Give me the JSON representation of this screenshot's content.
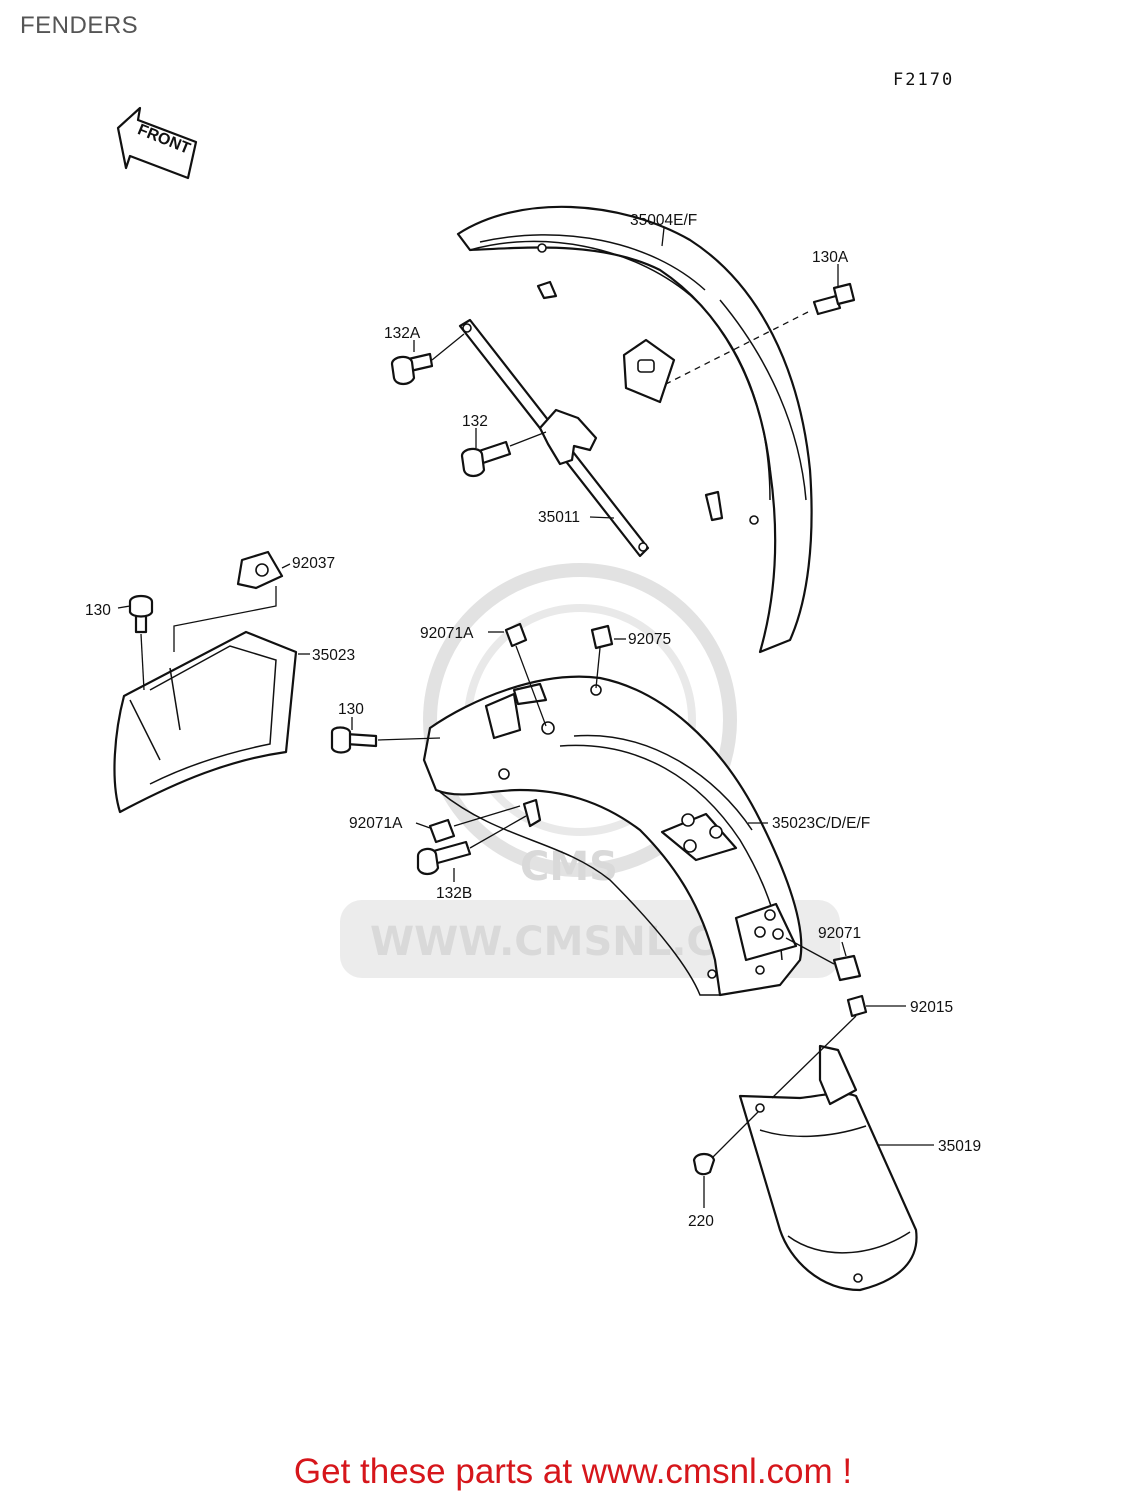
{
  "page": {
    "title": "FENDERS",
    "figure_code": "F2170"
  },
  "front_arrow": {
    "text": "FRONT"
  },
  "watermark": {
    "text": "WWW.CMSNL.COM",
    "logo_text": "CMS"
  },
  "callouts": [
    {
      "id": "35004ef",
      "label": "35004E/F"
    },
    {
      "id": "130a",
      "label": "130A"
    },
    {
      "id": "132a",
      "label": "132A"
    },
    {
      "id": "132",
      "label": "132"
    },
    {
      "id": "35011",
      "label": "35011"
    },
    {
      "id": "92037",
      "label": "92037"
    },
    {
      "id": "130-upper",
      "label": "130"
    },
    {
      "id": "35023",
      "label": "35023"
    },
    {
      "id": "92071a-upper",
      "label": "92071A"
    },
    {
      "id": "92075",
      "label": "92075"
    },
    {
      "id": "130-lower",
      "label": "130"
    },
    {
      "id": "92071a-lower",
      "label": "92071A"
    },
    {
      "id": "35023cdef",
      "label": "35023C/D/E/F"
    },
    {
      "id": "132b",
      "label": "132B"
    },
    {
      "id": "92071",
      "label": "92071"
    },
    {
      "id": "92015",
      "label": "92015"
    },
    {
      "id": "35019",
      "label": "35019"
    },
    {
      "id": "220",
      "label": "220"
    }
  ],
  "footer": {
    "banner": "Get these parts at www.cmsnl.com !",
    "color": "#d6161b"
  }
}
